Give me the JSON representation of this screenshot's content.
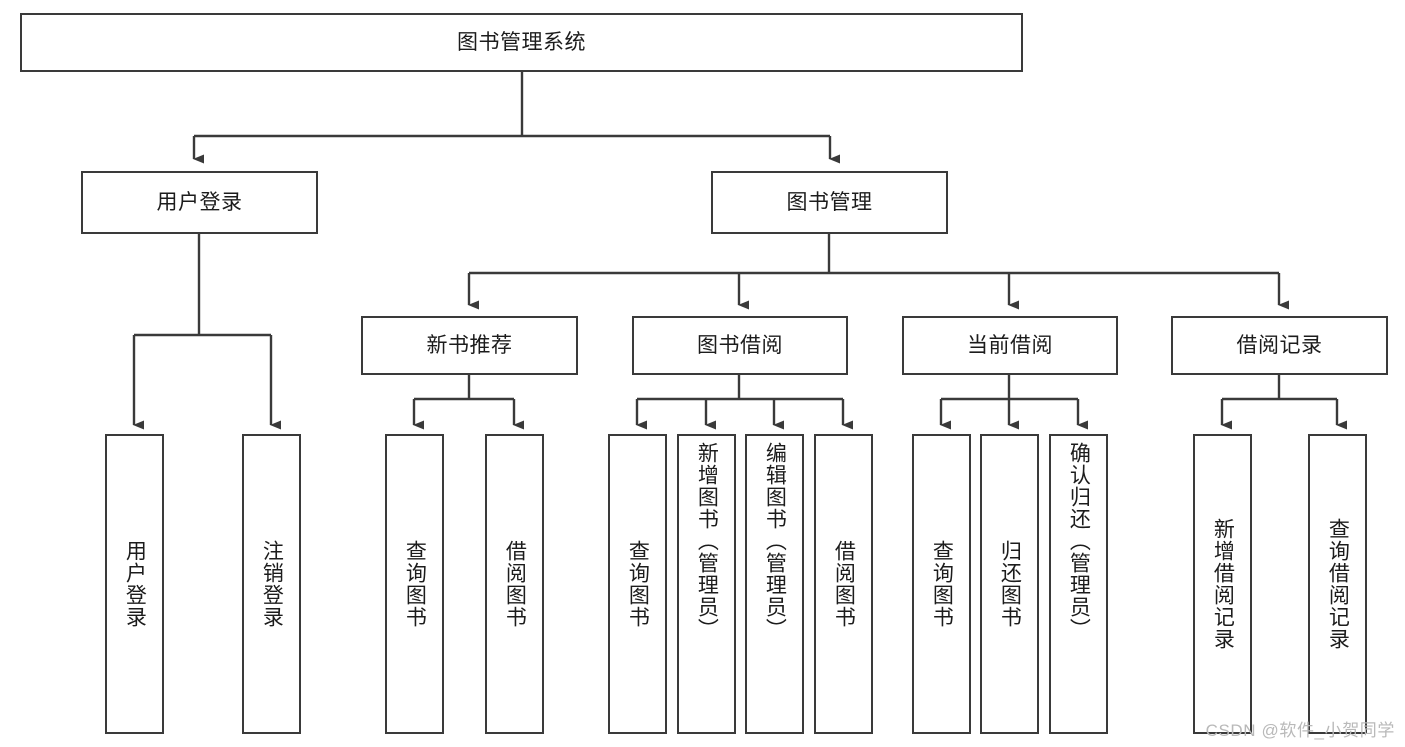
{
  "diagram": {
    "title": "图书管理系统",
    "type": "tree-hierarchy",
    "colors": {
      "box_border": "#3a3a3a",
      "box_fill": "#ffffff",
      "edge": "#3a3a3a",
      "text": "#1c1c1c",
      "watermark": "#b9b9b9",
      "canvas": "#ffffff"
    },
    "root": {
      "label": "图书管理系统",
      "orientation": "horizontal"
    },
    "level2": [
      {
        "label": "用户登录",
        "orientation": "horizontal"
      },
      {
        "label": "图书管理",
        "orientation": "horizontal"
      }
    ],
    "level3": [
      {
        "label": "新书推荐",
        "orientation": "horizontal"
      },
      {
        "label": "图书借阅",
        "orientation": "horizontal"
      },
      {
        "label": "当前借阅",
        "orientation": "horizontal"
      },
      {
        "label": "借阅记录",
        "orientation": "horizontal"
      }
    ],
    "leaves": {
      "user_login": [
        {
          "label": "用户登录",
          "orientation": "vertical"
        },
        {
          "label": "注销登录",
          "orientation": "vertical"
        }
      ],
      "new_book_recommend": [
        {
          "label": "查询图书",
          "orientation": "vertical"
        },
        {
          "label": "借阅图书",
          "orientation": "vertical"
        }
      ],
      "book_borrow": [
        {
          "label": "查询图书",
          "orientation": "vertical"
        },
        {
          "label": "新增图书（管理员）",
          "orientation": "vertical"
        },
        {
          "label": "编辑图书（管理员）",
          "orientation": "vertical"
        },
        {
          "label": "借阅图书",
          "orientation": "vertical"
        }
      ],
      "current_borrow": [
        {
          "label": "查询图书",
          "orientation": "vertical"
        },
        {
          "label": "归还图书",
          "orientation": "vertical"
        },
        {
          "label": "确认归还（管理员）",
          "orientation": "vertical"
        }
      ],
      "borrow_record": [
        {
          "label": "新增借阅记录",
          "orientation": "vertical"
        },
        {
          "label": "查询借阅记录",
          "orientation": "vertical"
        }
      ]
    }
  },
  "watermark": {
    "text": "CSDN @软件_小贺同学"
  }
}
